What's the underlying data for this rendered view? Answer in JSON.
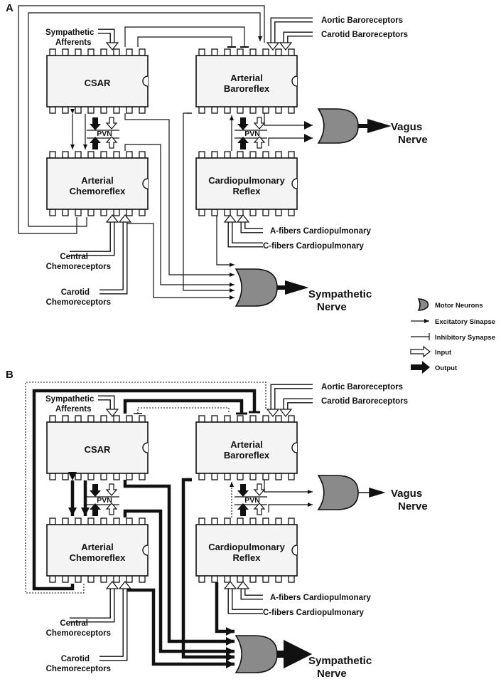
{
  "panels": [
    {
      "letter": "A",
      "csar": "CSAR",
      "chemo": [
        "Arterial",
        "Chemoreflex"
      ],
      "baro": [
        "Arterial",
        "Baroreflex"
      ],
      "cardio": [
        "Cardiopulmonary",
        "Reflex"
      ],
      "pvn": "PVN",
      "sympathetic_afferents": [
        "Sympathetic",
        "Afferents"
      ],
      "aortic": "Aortic Baroreceptors",
      "carotid_baro": "Carotid Baroreceptors",
      "central_chemo": [
        "Central",
        "Chemoreceptors"
      ],
      "carotid_chemo": [
        "Carotid",
        "Chemoreceptors"
      ],
      "a_fibers": "A-fibers Cardiopulmonary",
      "c_fibers": "C-fibers Cardiopulmonary",
      "vagus": [
        "Vagus",
        "Nerve"
      ],
      "sympathetic": [
        "Sympathetic",
        "Nerve"
      ]
    },
    {
      "letter": "B",
      "csar": "CSAR",
      "chemo": [
        "Arterial",
        "Chemoreflex"
      ],
      "baro": [
        "Arterial",
        "Baroreflex"
      ],
      "cardio": [
        "Cardiopulmonary",
        "Reflex"
      ],
      "pvn": "PVN",
      "sympathetic_afferents": [
        "Sympathetic",
        "Afferents"
      ],
      "aortic": "Aortic Baroreceptors",
      "carotid_baro": "Carotid Baroreceptors",
      "central_chemo": [
        "Central",
        "Chemoreceptors"
      ],
      "carotid_chemo": [
        "Carotid",
        "Chemoreceptors"
      ],
      "a_fibers": "A-fibers Cardiopulmonary",
      "c_fibers": "C-fibers Cardiopulmonary",
      "vagus": [
        "Vagus",
        "Nerve"
      ],
      "sympathetic": [
        "Sympathetic",
        "Nerve"
      ]
    }
  ],
  "legend": {
    "motor_neurons": "Motor Neurons",
    "excitatory": "Excitatory Sinapse",
    "inhibitory": "Inhibitory Synapse",
    "input": "Input",
    "output": "Output"
  }
}
